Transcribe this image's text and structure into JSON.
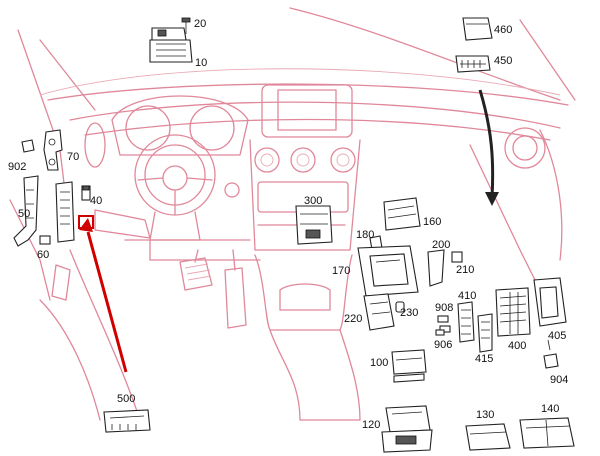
{
  "diagram": {
    "labels": {
      "c20": "20",
      "c10": "10",
      "c460": "460",
      "c450": "450",
      "c902": "902",
      "c70": "70",
      "c50": "50",
      "c40": "40",
      "c60": "60",
      "c300": "300",
      "c160": "160",
      "c180": "180",
      "c200": "200",
      "c210": "210",
      "c170": "170",
      "c410": "410",
      "c908": "908",
      "c220": "220",
      "c230": "230",
      "c906": "906",
      "c415": "415",
      "c400": "400",
      "c405": "405",
      "c100": "100",
      "c904": "904",
      "c500": "500",
      "c120": "120",
      "c130": "130",
      "c140": "140"
    },
    "highlighted_component": "500",
    "colors": {
      "cabin_outline": "#e0889a",
      "component_outline": "#222222",
      "highlight": "#d00000"
    }
  }
}
